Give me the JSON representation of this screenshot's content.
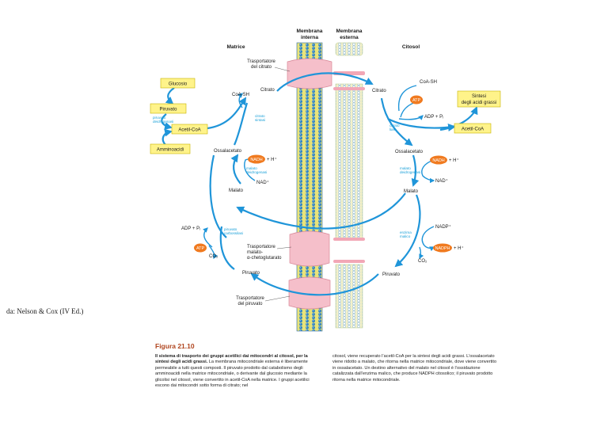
{
  "source_note": "da: Nelson & Cox (IV Ed.)",
  "headers": {
    "inner_membrane": [
      "Membrana",
      "interna"
    ],
    "outer_membrane": [
      "Membrana",
      "esterna"
    ],
    "matrix": "Matrice",
    "cytosol": "Citosol"
  },
  "transporters": {
    "citrate": [
      "Trasportatore",
      "del citrato"
    ],
    "malate": [
      "Trasportatore",
      "malato-",
      "α-chetoglutarato"
    ],
    "pyruvate": [
      "Trasportatore",
      "del piruvato"
    ]
  },
  "matrix": {
    "glucose": "Glucosio",
    "pyruvate_box": "Piruvato",
    "pdh": [
      "piruvato",
      "deidrogenasi"
    ],
    "acetyl_coa": "Acetil-CoA",
    "amino_acids": "Amminoacidi",
    "coa_sh": "CoA-SH",
    "citrate": "Citrato",
    "citrate_synthase": [
      "citrato",
      "sintasi"
    ],
    "oxaloacetate": "Ossalacetato",
    "nadh": "NADH",
    "h_plus": "+ H⁺",
    "malate_dh": [
      "malato",
      "deidrogenasi"
    ],
    "nad_plus": "NAD⁺",
    "malate": "Malato",
    "adp_pi": "ADP + Pᵢ",
    "pyr_carboxylase": [
      "piruvato",
      "carbossilasi"
    ],
    "atp": "ATP",
    "co2": "CO₂",
    "pyruvate": "Piruvato"
  },
  "cytosol": {
    "citrate": "Citrato",
    "coa_sh": "CoA-SH",
    "atp": "ATP",
    "fatty_acid_synthesis": [
      "Sintesi",
      "degli acidi grassi"
    ],
    "adp_pi": "ADP + Pᵢ",
    "citrate_lyase": [
      "citrato",
      "liasi"
    ],
    "acetyl_coa": "Acetil-CoA",
    "oxaloacetate": "Ossalacetato",
    "nadh": "NADH",
    "h_plus": "+ H⁺",
    "malate_dh": [
      "malato",
      "deidrogenasi"
    ],
    "nad_plus": "NAD⁺",
    "malate": "Malato",
    "nadp_plus": "NADP⁺",
    "malic_enzyme": [
      "enzima",
      "malico"
    ],
    "nadph": "NADPH",
    "co2": "CO₂",
    "pyruvate": "Piruvato"
  },
  "caption": {
    "title": "Figura 21.10",
    "bold_lead": "Il sistema di trasporto dei gruppi acetilici dai mitocondri al citosol, per la sintesi degli acidi grassi.",
    "left_text": "La membrana mitocondriale esterna è liberamente permeabile a tutti questi composti. Il piruvato prodotto dal catabolismo degli amminoacidi nella matrice mitocondriale, o derivante dal glucosio mediante la glicolisi nel citosol, viene convertito in acetil-CoA nella matrice. I gruppi acetilici escono dai mitocondri sotto forma di citrato; nel",
    "right_text": "citosol, viene recuperato l’acetil-CoA per la sintesi degli acidi grassi. L’ossalacetato viene ridotto a malato, che ritorna nella matrice mitocondriale, dove viene convertito in ossalacetato. Un destino alternativo del malato nel citosol è l’ossidazione catalizzata dall’enzima malico, che produce NADPH citosolico; il piruvato prodotto ritorna nella matrice mitocondriale."
  },
  "colors": {
    "arrow": "#1f95d9",
    "enzyme_text": "#1aa0d8",
    "highlight_box": "#fff38a",
    "cofactor_oval": "#f07a1f",
    "transporter": "#f5bfca",
    "membrane_yellow": "#e8e37a",
    "membrane_blue": "#2a7fc4",
    "caption_title": "#b0451e"
  }
}
